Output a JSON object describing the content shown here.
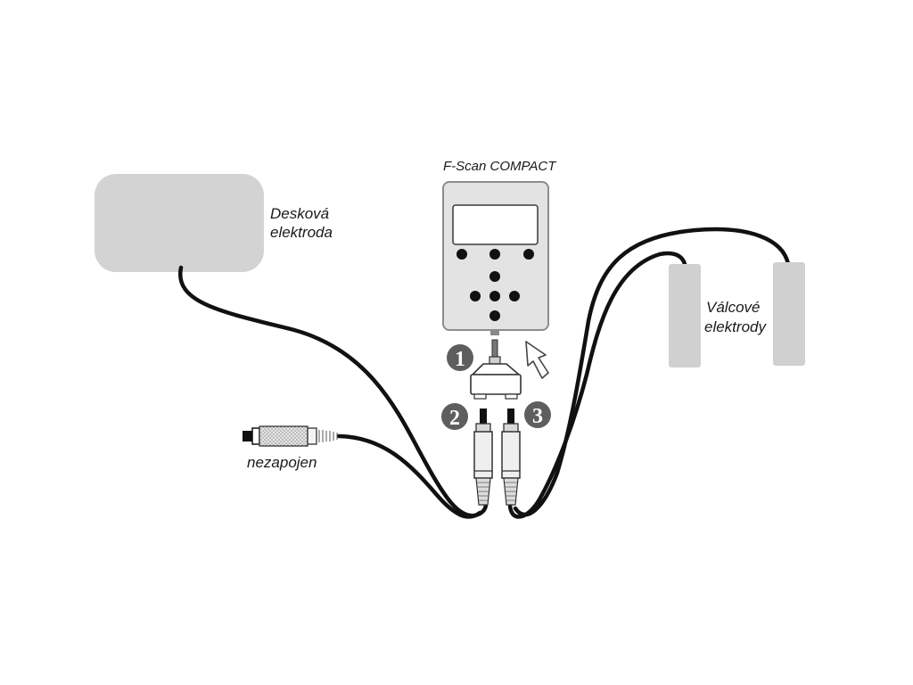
{
  "device": {
    "title": "F-Scan COMPACT"
  },
  "plate_electrode": {
    "label_line1": "Desková",
    "label_line2": "elektroda"
  },
  "cylinder_electrodes": {
    "label_line1": "Válcové",
    "label_line2": "elektrody"
  },
  "unplugged_connector": {
    "label": "nezapojen"
  },
  "steps": [
    "1",
    "2",
    "3"
  ],
  "colors": {
    "pad_fill": "#d3d3d3",
    "device_body": "#e3e3e3",
    "device_outline": "#8c8c8c",
    "cable": "#111111",
    "step_badge": "#5e5e5e"
  },
  "icons": {
    "device_buttons": "black-dot-icon",
    "pointer": "arrow-pointer-icon"
  }
}
